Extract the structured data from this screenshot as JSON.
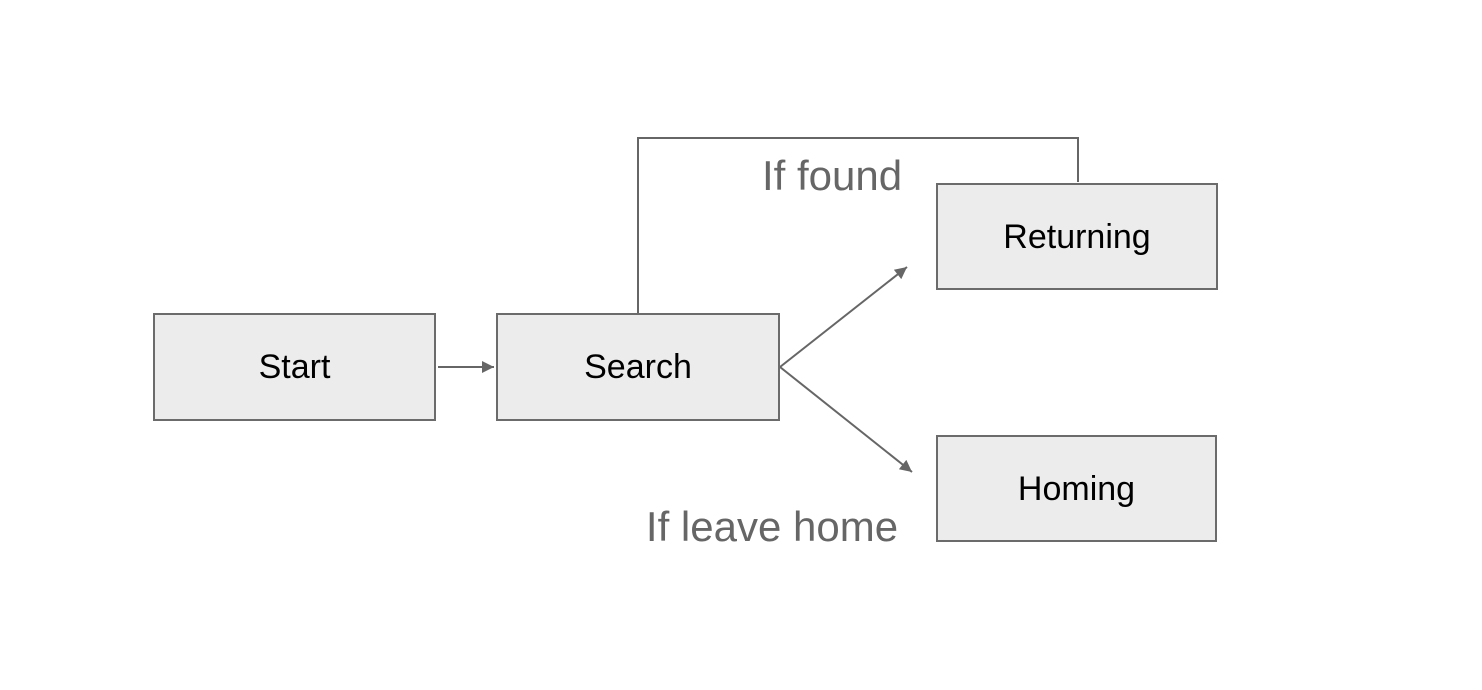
{
  "diagram": {
    "type": "flowchart",
    "colors": {
      "background": "#ffffff",
      "node_fill": "#ececec",
      "node_border": "#6b6b6b",
      "edge": "#666666",
      "node_text": "#000000",
      "edge_label_text": "#666666"
    },
    "nodes": [
      {
        "id": "start",
        "label": "Start"
      },
      {
        "id": "search",
        "label": "Search"
      },
      {
        "id": "returning",
        "label": "Returning"
      },
      {
        "id": "homing",
        "label": "Homing"
      }
    ],
    "edges": [
      {
        "from": "start",
        "to": "search",
        "label": "",
        "style": "arrow-straight"
      },
      {
        "from": "search",
        "to": "returning",
        "label": "If found",
        "style": "arrow-diagonal"
      },
      {
        "from": "search",
        "to": "homing",
        "label": "If leave home",
        "style": "arrow-diagonal"
      },
      {
        "from": "returning",
        "to": "search",
        "label": "",
        "style": "orthogonal-no-arrow"
      }
    ]
  }
}
